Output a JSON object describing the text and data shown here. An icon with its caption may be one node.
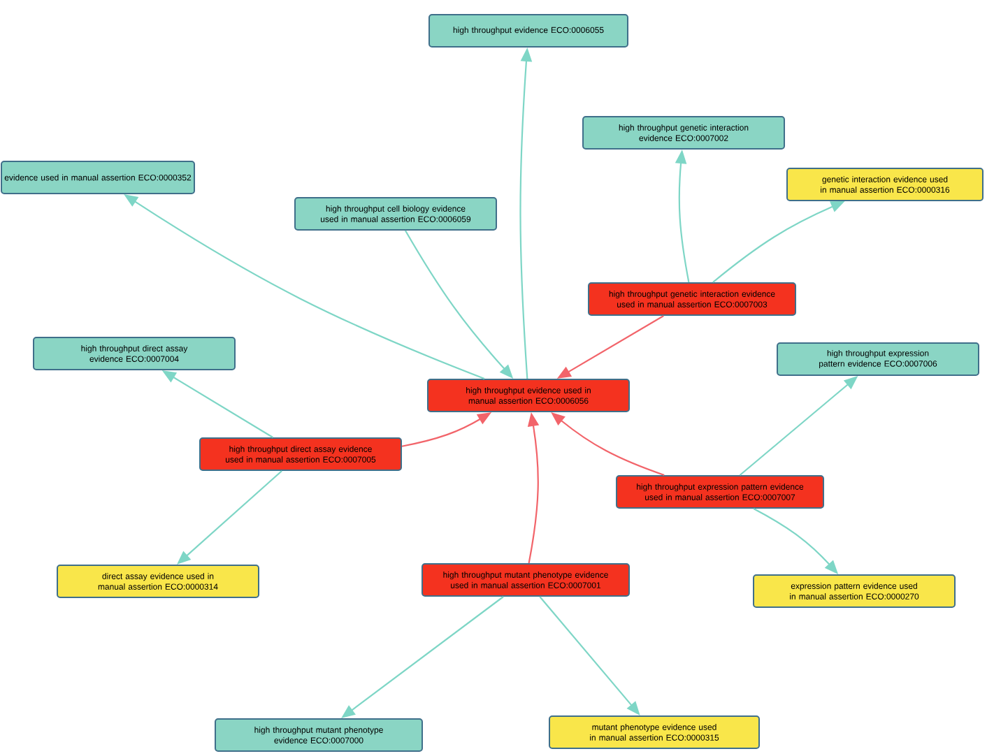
{
  "diagram": {
    "nodes": [
      {
        "text": [
          "high throughput evidence ECO:0006055"
        ]
      },
      {
        "text": [
          "evidence used in manual assertion ECO:0000352"
        ]
      },
      {
        "text": [
          "high throughput cell biology evidence used in manual assertion ECO:0006059"
        ]
      },
      {
        "text": [
          "high throughput genetic interaction evidence ECO:0007002"
        ]
      },
      {
        "text": [
          "genetic interaction evidence used in manual assertion ECO:0000316"
        ]
      },
      {
        "text": [
          "high throughput genetic interaction evidence used in manual assertion ECO:0007003"
        ]
      },
      {
        "text": [
          "high throughput direct assay evidence ECO:0007004"
        ]
      },
      {
        "text": [
          "high throughput evidence used in manual assertion ECO:0006056"
        ]
      },
      {
        "text": [
          "high throughput expression pattern evidence ECO:0007006"
        ]
      },
      {
        "text": [
          "high throughput direct assay evidence used in manual assertion ECO:0007005"
        ]
      },
      {
        "text": [
          "high throughput expression pattern evidence used in manual assertion ECO:0007007"
        ]
      },
      {
        "text": [
          "direct assay evidence used in manual assertion ECO:0000314"
        ]
      },
      {
        "text": [
          "high throughput mutant phenotype evidence used in manual assertion ECO:0007001"
        ]
      },
      {
        "text": [
          "expression pattern evidence used in manual assertion ECO:0000270"
        ]
      },
      {
        "text": [
          "high throughput mutant phenotype evidence ECO:0007000"
        ]
      },
      {
        "text": [
          "mutant phenotype evidence used in manual assertion ECO:0000315"
        ]
      }
    ],
    "edges": [
      {
        "from": 7,
        "to": 0,
        "arrow": "to"
      },
      {
        "from": 7,
        "to": 1,
        "arrow": "to"
      },
      {
        "from": 2,
        "to": 7,
        "arrow": "to"
      },
      {
        "from": 5,
        "to": 3,
        "arrow": "to"
      },
      {
        "from": 5,
        "to": 4,
        "arrow": "to"
      },
      {
        "from": 5,
        "to": 7,
        "arrow": "to",
        "color": "#f2646a"
      },
      {
        "from": 9,
        "to": 6,
        "arrow": "to"
      },
      {
        "from": 9,
        "to": 11,
        "arrow": "to"
      },
      {
        "from": 9,
        "to": 7,
        "arrow": "to",
        "color": "#f2646a"
      },
      {
        "from": 10,
        "to": 8,
        "arrow": "to"
      },
      {
        "from": 10,
        "to": 13,
        "arrow": "to"
      },
      {
        "from": 10,
        "to": 7,
        "arrow": "to",
        "color": "#f2646a"
      },
      {
        "from": 12,
        "to": 14,
        "arrow": "to"
      },
      {
        "from": 12,
        "to": 15,
        "arrow": "to"
      },
      {
        "from": 12,
        "to": 7,
        "arrow": "to",
        "color": "#f2646a"
      }
    ]
  }
}
